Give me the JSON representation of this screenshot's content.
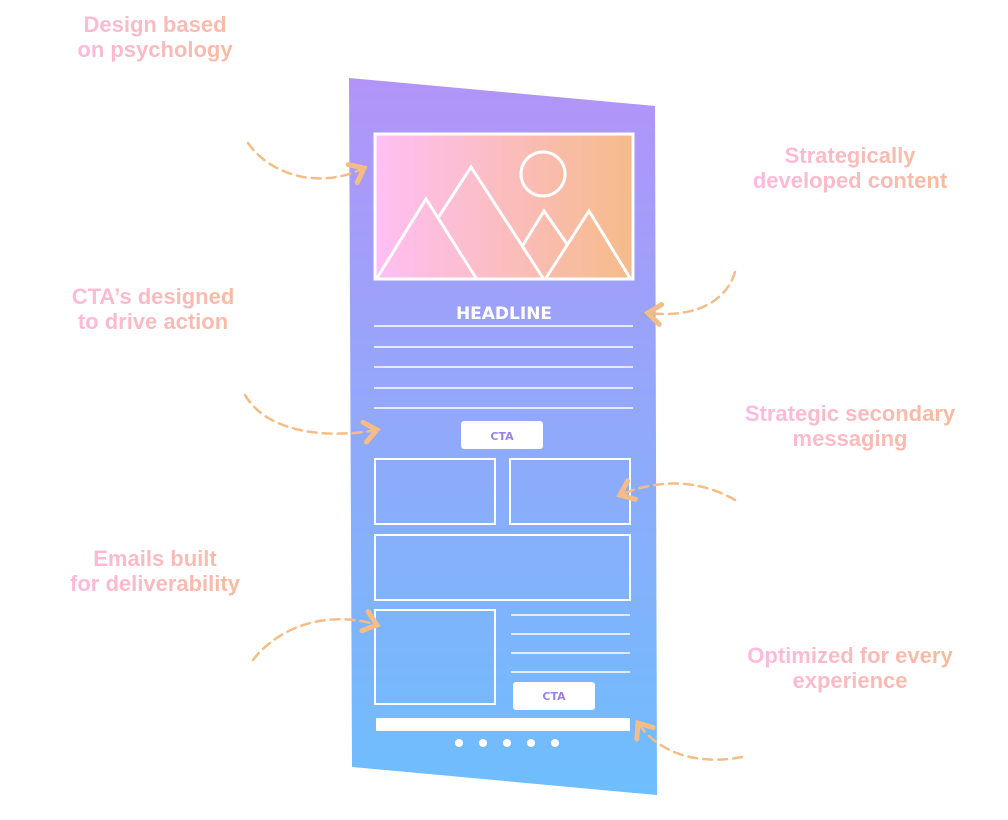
{
  "annotations": [
    {
      "line1": "Design based",
      "line2": "on psychology"
    },
    {
      "line1": "Strategically",
      "line2": "developed content"
    },
    {
      "line1": "CTA’s designed",
      "line2": "to drive action"
    },
    {
      "line1": "Strategic secondary",
      "line2": "messaging"
    },
    {
      "line1": "Emails built",
      "line2": "for deliverability"
    },
    {
      "line1": "Optimized for every",
      "line2": "experience"
    }
  ],
  "email_mockup": {
    "headline": "HEADLINE",
    "cta_primary": "CTA",
    "cta_secondary": "CTA",
    "pagination_dots": 5
  },
  "colors": {
    "panel_top": "#b294f9",
    "panel_bottom": "#6ebefd",
    "label_start": "#ffb9f3",
    "label_end": "#f7bb8a",
    "arrow": "#f5bd86",
    "cta_text": "#9b80e6"
  }
}
